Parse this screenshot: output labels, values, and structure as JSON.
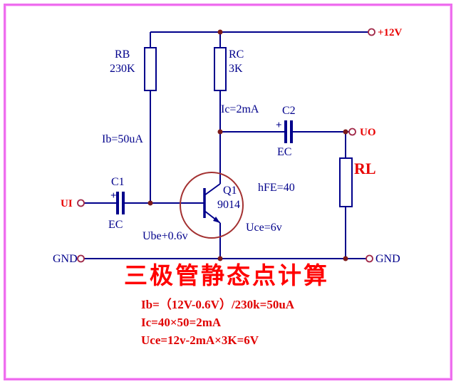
{
  "colors": {
    "wire": "#00008B",
    "label_blue": "#00008B",
    "accent_red": "#e80000",
    "title_red": "#ff0000",
    "border_magenta": "#ee6fee",
    "junction_dot": "#7c1a1a"
  },
  "terminals": {
    "vcc": {
      "label": "+12V"
    },
    "uo": {
      "label": "UO"
    },
    "ui": {
      "label": "UI"
    },
    "gnd_left": {
      "label": "GND"
    },
    "gnd_right": {
      "label": "GND"
    }
  },
  "components": {
    "rb": {
      "name": "RB",
      "value": "230K"
    },
    "rc": {
      "name": "RC",
      "value": "3K"
    },
    "rl": {
      "name": "RL"
    },
    "c1": {
      "name": "C1",
      "polarity": "+",
      "type": "EC"
    },
    "c2": {
      "name": "C2",
      "polarity": "+",
      "type": "EC"
    },
    "q1": {
      "name": "Q1",
      "model": "9014"
    }
  },
  "annotations": {
    "ib": "Ib=50uA",
    "ic": "Ic=2mA",
    "hfe": "hFE=40",
    "ube": "Ube+0.6v",
    "uce": "Uce=6v"
  },
  "title": "三极管静态点计算",
  "calculations": [
    "Ib=（12V-0.6V）/230k=50uA",
    "Ic=40×50=2mA",
    "Uce=12v-2mA×3K=6V"
  ]
}
